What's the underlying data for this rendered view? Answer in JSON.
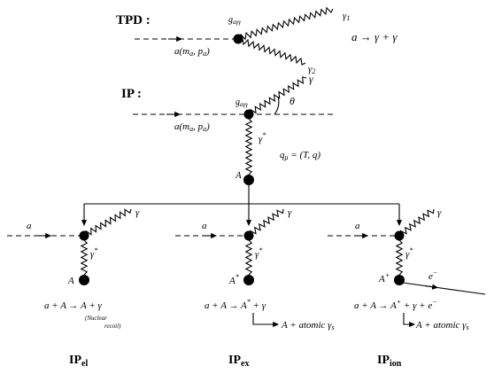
{
  "labels": {
    "tpd": "TPD :",
    "ip": "IP :",
    "decay_eq": "a → γ + γ",
    "g_coupling_top": "gaγγ",
    "g_coupling_mid": "gaγγ",
    "gamma1": "γ1",
    "gamma2": "γ2",
    "gamma_out": "γ",
    "theta": "θ",
    "axion_top": "a(ma, pa)",
    "axion_mid": "a(ma, pa)",
    "gamma_star": "γ*",
    "q_mu": "qμ = (T, q)",
    "nucleus": "A"
  },
  "panels": [
    {
      "a": "a",
      "gamma": "γ",
      "gamma_star": "γ*",
      "target": "A",
      "equation": "a + A → A + γ",
      "note_line1": "(Nuclear",
      "note_line2": "recoil)",
      "title": "IP",
      "title_sub": "el"
    },
    {
      "a": "a",
      "gamma": "γ",
      "gamma_star": "γ*",
      "target": "A*",
      "equation": "a + A → A* + γ",
      "followup": "A + atomic γs",
      "title": "IP",
      "title_sub": "ex"
    },
    {
      "a": "a",
      "gamma": "γ",
      "gamma_star": "γ*",
      "target": "A+",
      "electron": "e−",
      "equation": "a + A → A+ + γ + e−",
      "followup": "A + atomic γs",
      "title": "IP",
      "title_sub": "ion"
    }
  ]
}
